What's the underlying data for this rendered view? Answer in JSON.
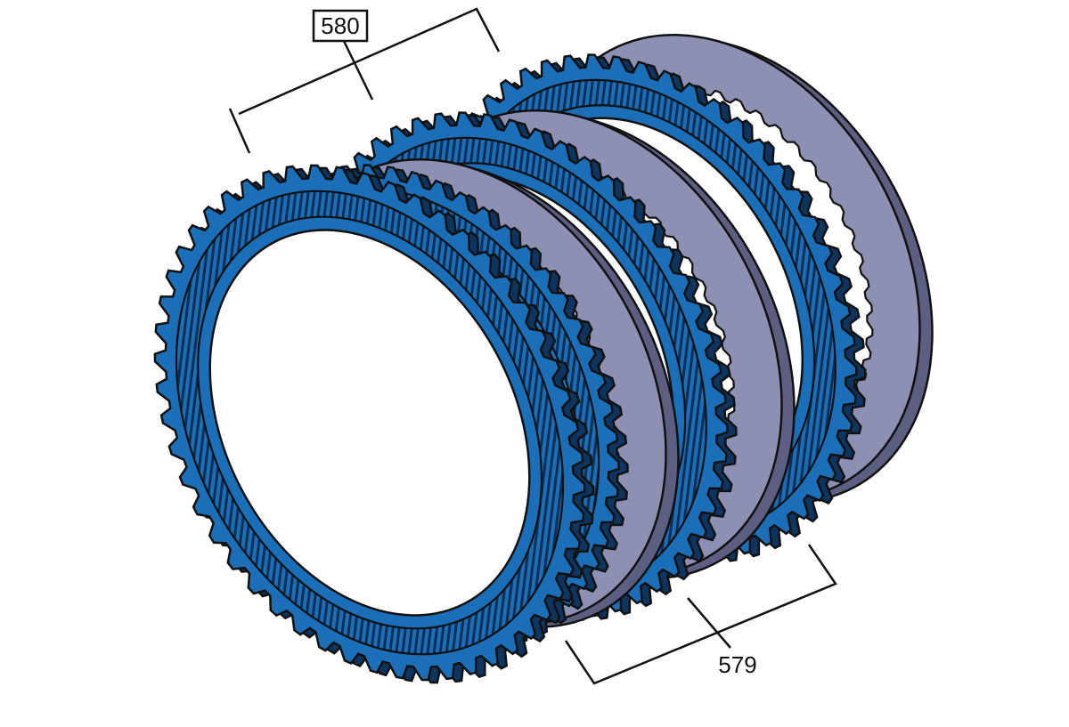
{
  "callouts": {
    "top": {
      "label": "580",
      "boxed": true
    },
    "bottom": {
      "label": "579",
      "boxed": false
    }
  },
  "parts": {
    "friction_plates": {
      "count": 4,
      "color": "#1b6fb8",
      "dark": "#0d3560"
    },
    "steel_plates": {
      "count": 3,
      "color": "#8d8fb3",
      "dark": "#5d5f82"
    },
    "outline_color": "#111111"
  }
}
